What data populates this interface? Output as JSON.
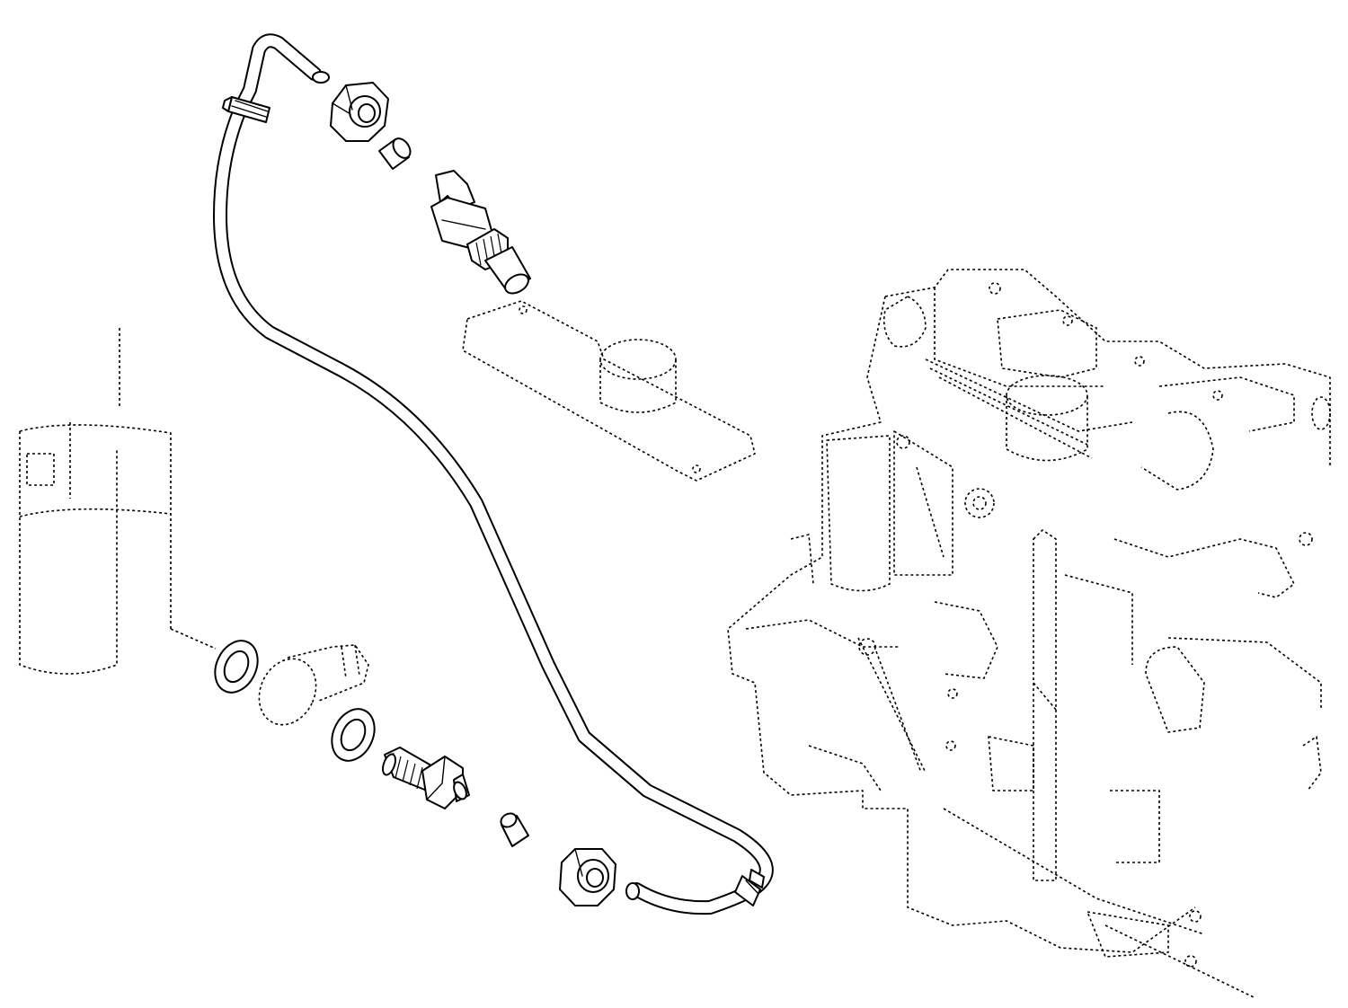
{
  "diagram": {
    "style": "exploded-view line drawing",
    "colors": {
      "line": "#000000",
      "background": "#ffffff"
    },
    "parts": [
      {
        "id": "hose",
        "icon": "hose-pipe"
      },
      {
        "id": "upper-hose-clamp",
        "icon": "clamp"
      },
      {
        "id": "lower-hose-clamp",
        "icon": "clamp"
      },
      {
        "id": "upper-nut",
        "icon": "hex-nut"
      },
      {
        "id": "upper-ferrule",
        "icon": "sleeve"
      },
      {
        "id": "sender-switch",
        "icon": "sensor"
      },
      {
        "id": "mounting-flange",
        "icon": "flange"
      },
      {
        "id": "oil-filter",
        "icon": "filter-canister"
      },
      {
        "id": "sealing-washer-1",
        "icon": "washer"
      },
      {
        "id": "banjo-fitting",
        "icon": "banjo"
      },
      {
        "id": "sealing-washer-2",
        "icon": "washer"
      },
      {
        "id": "banjo-bolt",
        "icon": "bolt"
      },
      {
        "id": "lower-ferrule",
        "icon": "sleeve"
      },
      {
        "id": "lower-nut",
        "icon": "hex-nut"
      },
      {
        "id": "engine-block",
        "icon": "engine"
      }
    ]
  }
}
